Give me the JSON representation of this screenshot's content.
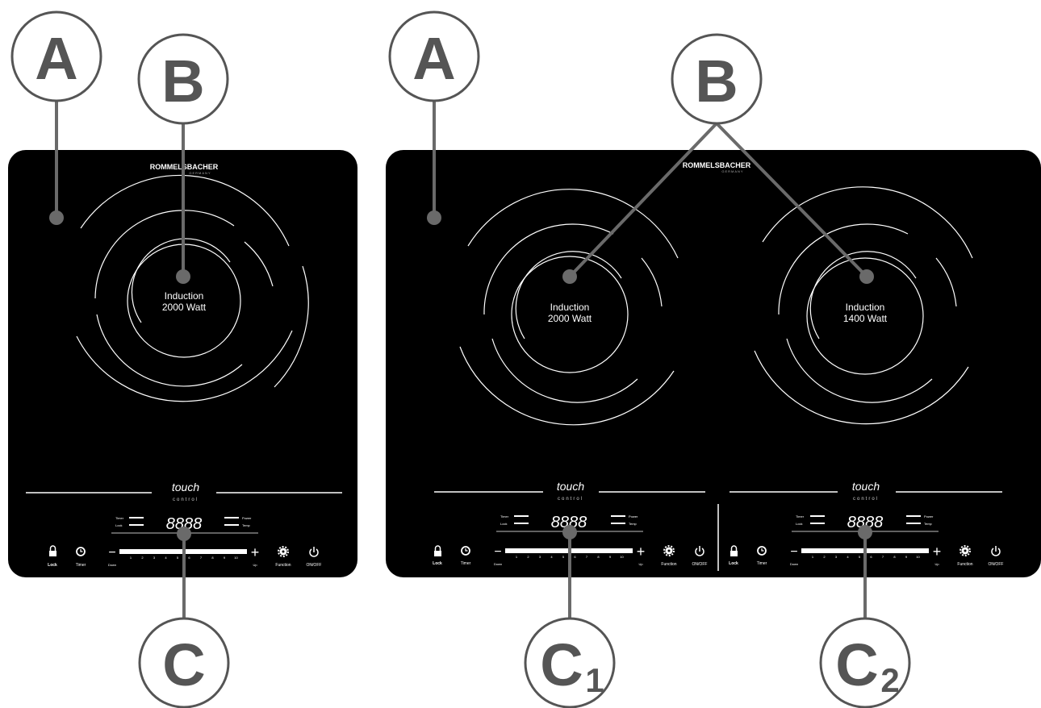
{
  "brand": {
    "name": "ROMMELSBACHER",
    "sub": "GERMANY"
  },
  "callouts": {
    "a": "A",
    "b": "B",
    "c": "C",
    "c1": {
      "main": "C",
      "sub": "1"
    },
    "c2": {
      "main": "C",
      "sub": "2"
    }
  },
  "zones": {
    "single": {
      "line1": "Induction",
      "line2": "2000 Watt"
    },
    "double_left": {
      "line1": "Induction",
      "line2": "2000 Watt"
    },
    "double_right": {
      "line1": "Induction",
      "line2": "1400 Watt"
    }
  },
  "control": {
    "logo_main": "touch",
    "logo_sub": "control",
    "display": "8888",
    "timer": "Timer",
    "lock_small": "Lock",
    "power": "Power",
    "temp": "Temp",
    "lock": "Lock",
    "timer_btn": "Timer",
    "down": "Down",
    "up": "Up",
    "function": "Function",
    "onoff": "ON/OFF",
    "minus": "−",
    "plus": "+",
    "scale": [
      "1",
      "2",
      "3",
      "4",
      "5",
      "6",
      "7",
      "8",
      "9",
      "10"
    ]
  },
  "colors": {
    "plate": "#000000",
    "callout_line": "#6a6a6a",
    "callout_stroke": "#555555",
    "callout_text": "#555555",
    "coil": "#ffffff"
  }
}
